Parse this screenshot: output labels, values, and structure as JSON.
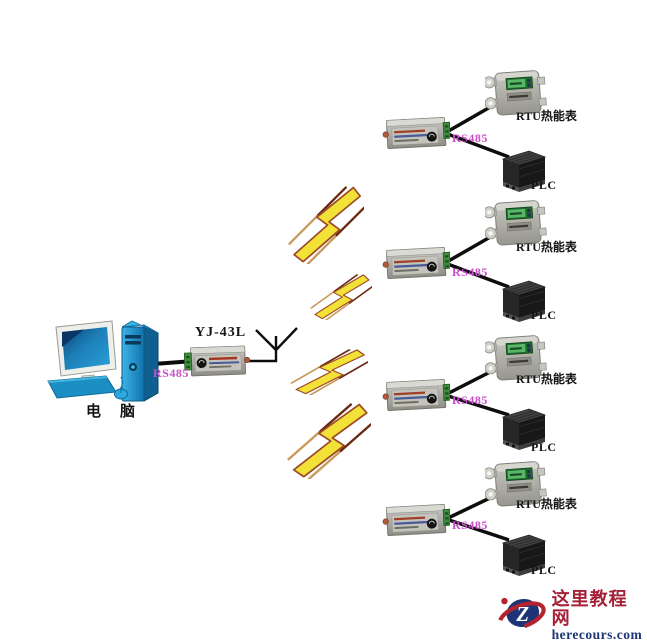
{
  "computer": {
    "label": "电　脑"
  },
  "hub": {
    "label": "YJ-43L",
    "rs485_label": "RS485"
  },
  "groups": [
    {
      "rs485_label": "RS485",
      "rtu_label": "RTU热能表",
      "plc_label": "PLC"
    },
    {
      "rs485_label": "RS485",
      "rtu_label": "RTU热能表",
      "plc_label": "PLC"
    },
    {
      "rs485_label": "RS485",
      "rtu_label": "RTU热能表",
      "plc_label": "PLC"
    },
    {
      "rs485_label": "RS485",
      "rtu_label": "RTU热能表",
      "plc_label": "PLC"
    }
  ],
  "watermark": {
    "site_name": "这里教程网",
    "site_url": "herecours.com",
    "logo_letter": "Z"
  },
  "icons": {
    "computer": "desktop-computer-icon",
    "hub_module": "wireless-radio-module-icon",
    "antenna": "antenna-icon",
    "lightning": "lightning-bolt-icon",
    "remote_module": "wireless-radio-module-icon",
    "rtu_meter": "heat-meter-icon",
    "plc": "plc-box-icon",
    "watermark_logo": "z-orbit-logo-icon"
  },
  "colors": {
    "background": "#ffffff",
    "cable": "#0d0d0d",
    "rs485_text": "#c94fc9",
    "lightning_fill": "#f2e136",
    "lightning_outline": "#9c4a28",
    "computer_blue": "#2fa8dc",
    "module_gray": "#b0b0aa",
    "terminal_green": "#3e8a3e",
    "meter_display_green": "#58b868",
    "plc_dark": "#1a1a1a",
    "watermark_red": "#a52138",
    "watermark_blue": "#1d3576"
  }
}
